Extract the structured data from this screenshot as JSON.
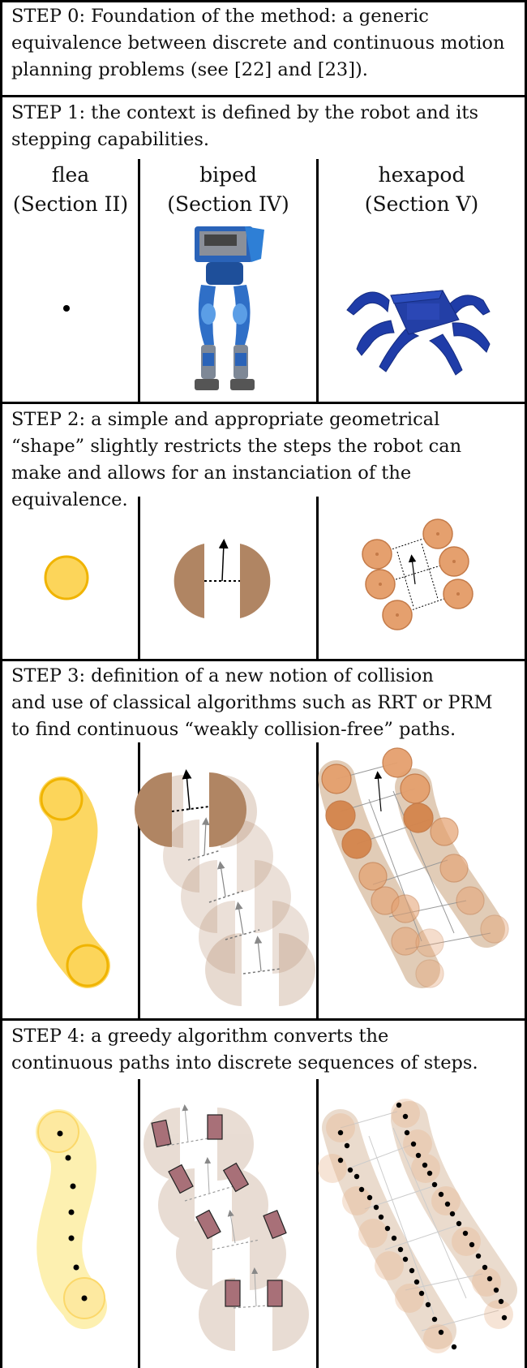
{
  "steps": [
    {
      "label": "STEP 0: Foundation of the method: a generic\nequivalence between discrete and continuous motion\nplanning problems (see [22] and [23])."
    },
    {
      "label": "STEP 1: the context is defined by the robot and its\nstepping capabilities."
    },
    {
      "label": "STEP 2: a simple and appropriate geometrical\n“shape” slightly restricts the steps the robot can\nmake and allows for an instanciation of the\nequivalence."
    },
    {
      "label": "STEP 3: definition of a new notion of collision\nand use of classical algorithms such as RRT or PRM\nto find continuous “weakly collision-free” paths."
    },
    {
      "label": "STEP 4: a greedy algorithm converts the\ncontinuous paths into discrete sequences of steps."
    }
  ],
  "columns": [
    {
      "name": "flea",
      "section": "(Section II)"
    },
    {
      "name": "biped",
      "section": "(Section IV)"
    },
    {
      "name": "hexapod",
      "section": "(Section V)"
    }
  ],
  "colors": {
    "flea": "#fcd55a",
    "flea_stroke": "#f0b400",
    "biped": "#b08563",
    "hexapod": "#e5a06e",
    "hexapod_stroke": "#c47a48",
    "hexapod_robot": "#1f3ca8",
    "biped_robot": "#2a63b8",
    "step_marker": "#a87078"
  },
  "icons": {
    "flea": "dot-icon",
    "biped": "humanoid-robot-icon",
    "hexapod": "hexapod-robot-icon"
  }
}
